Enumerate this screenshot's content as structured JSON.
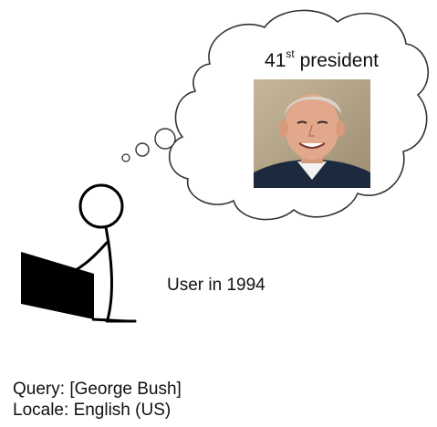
{
  "thought": {
    "number": "41",
    "ordinal_suffix": "st",
    "rest": " president",
    "photo_icon": "portrait-photo"
  },
  "user_label": "User in 1994",
  "query": {
    "label": "Query:",
    "value": "[George Bush]"
  },
  "locale": {
    "label": "Locale:",
    "value": "English (US)"
  },
  "colors": {
    "stroke": "#000000",
    "cloud_stroke": "#333333",
    "photo_bg": "#b9a98d",
    "suit": "#1d2a3d",
    "skin": "#e2a88b",
    "hair": "#d9d4cc"
  }
}
